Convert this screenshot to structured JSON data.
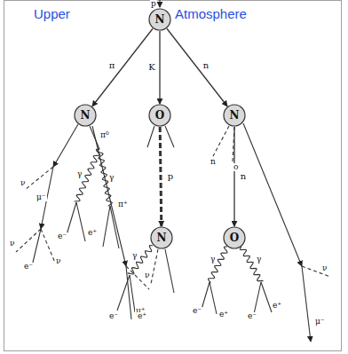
{
  "diagram": {
    "nodes": [
      {
        "text": [
          "N"
        ]
      },
      {
        "text": [
          "N"
        ]
      },
      {
        "text": [
          "O"
        ]
      },
      {
        "text": [
          "N"
        ]
      },
      {
        "text": [
          "N"
        ]
      },
      {
        "text": [
          "O"
        ]
      }
    ],
    "edges": [
      {
        "from": 0,
        "to": 1,
        "arrow": "to",
        "label": "π"
      },
      {
        "from": 0,
        "to": 2,
        "arrow": "to",
        "label": "K"
      },
      {
        "from": 0,
        "to": 3,
        "arrow": "to",
        "label": "n"
      },
      {
        "from": 2,
        "to": 4,
        "arrow": "to",
        "label": "p"
      },
      {
        "from": 3,
        "to": 5,
        "arrow": "to",
        "label": "n"
      }
    ],
    "labels": [
      "Upper",
      "Atmosphere",
      "p",
      "ν",
      "μ⁻",
      "ν",
      "e⁻",
      "ν",
      "π⁰",
      "γ",
      "γ",
      "e⁻",
      "e⁺",
      "π⁺",
      "ν",
      "μ⁺",
      "n",
      "o",
      "ν",
      "μ⁻",
      "γ",
      "e⁻",
      "e⁺",
      "γ",
      "γ",
      "e⁻",
      "e⁺",
      "e⁻",
      "e⁺"
    ]
  }
}
